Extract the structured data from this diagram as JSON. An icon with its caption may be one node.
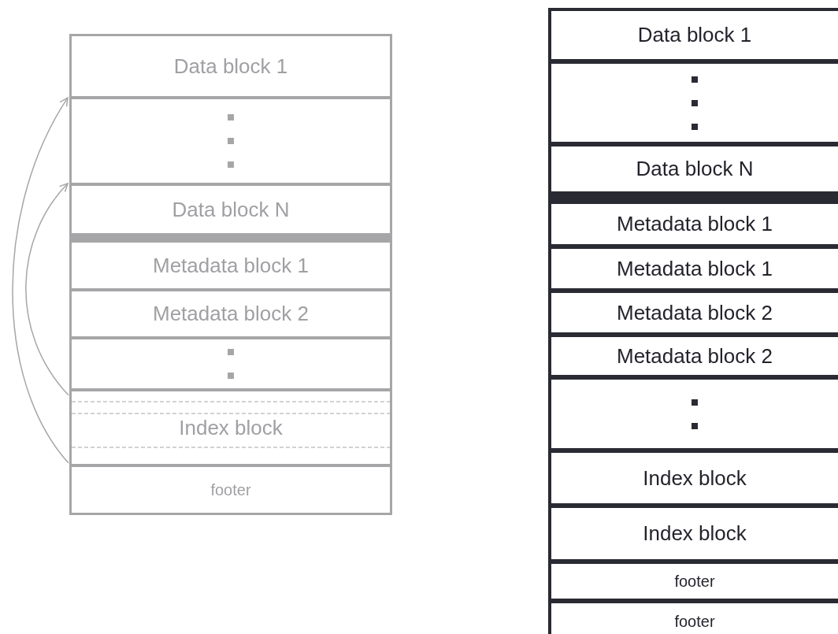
{
  "diagram": {
    "nodes": [
      {
        "text": [
          "Data block 1"
        ]
      },
      {
        "text": [],
        "shape": "box"
      },
      {
        "text": [
          "Data block N"
        ]
      },
      {
        "text": [
          "Metadata block 1"
        ]
      },
      {
        "text": [
          "Metadata block 2"
        ]
      },
      {
        "text": [],
        "shape": "box"
      },
      {
        "text": [
          "Index block"
        ]
      },
      {
        "text": [
          "footer"
        ]
      },
      {
        "text": [
          "Data block 1"
        ]
      },
      {
        "text": [],
        "shape": "box"
      },
      {
        "text": [
          "Data block N"
        ]
      },
      {
        "text": [
          "Metadata block 1"
        ]
      },
      {
        "text": [
          "Metadata block 1"
        ]
      },
      {
        "text": [
          "Metadata block 2"
        ]
      },
      {
        "text": [
          "Metadata block 2"
        ]
      },
      {
        "text": [],
        "shape": "box"
      },
      {
        "text": [
          "Index block"
        ]
      },
      {
        "text": [
          "Index block"
        ]
      },
      {
        "text": [
          "footer"
        ]
      },
      {
        "text": [
          "footer"
        ]
      }
    ],
    "edges": [
      {
        "from": 6,
        "to": 2,
        "arrow": "to"
      },
      {
        "from": 6,
        "to": 0,
        "arrow": "to"
      }
    ]
  }
}
